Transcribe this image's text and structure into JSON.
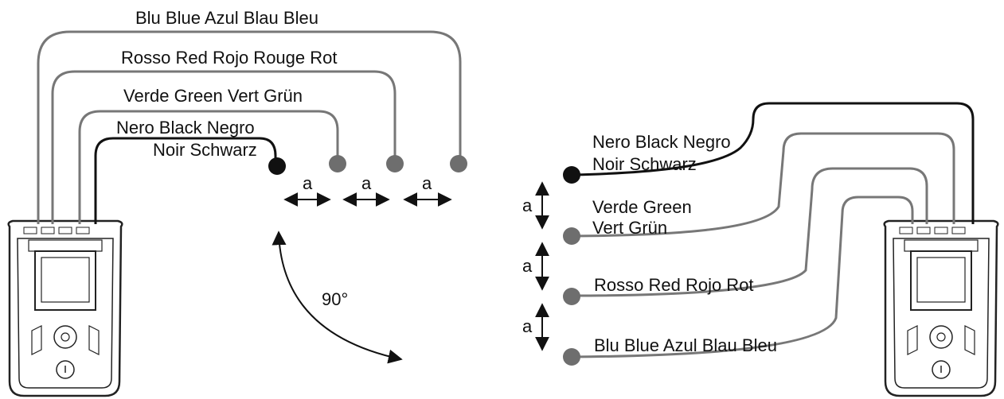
{
  "left": {
    "cables": {
      "blue": "Blu Blue Azul Blau Bleu",
      "red": "Rosso Red Rojo Rouge Rot",
      "green": "Verde Green Vert Grün",
      "black_line1": "Nero Black Negro",
      "black_line2": "Noir Schwarz"
    },
    "spacing_label": "a",
    "angle_label": "90°"
  },
  "right": {
    "cables": {
      "black_line1": "Nero Black Negro",
      "black_line2": "Noir Schwarz",
      "green_line1": "Verde Green",
      "green_line2": "Vert Grün",
      "red": "Rosso Red Rojo Rot",
      "blue": "Blu Blue Azul Blau Bleu"
    },
    "spacing_label": "a"
  },
  "colors": {
    "black_probe": "#111111",
    "grey_probe": "#6e6e6e",
    "grey_cable": "#777777"
  }
}
